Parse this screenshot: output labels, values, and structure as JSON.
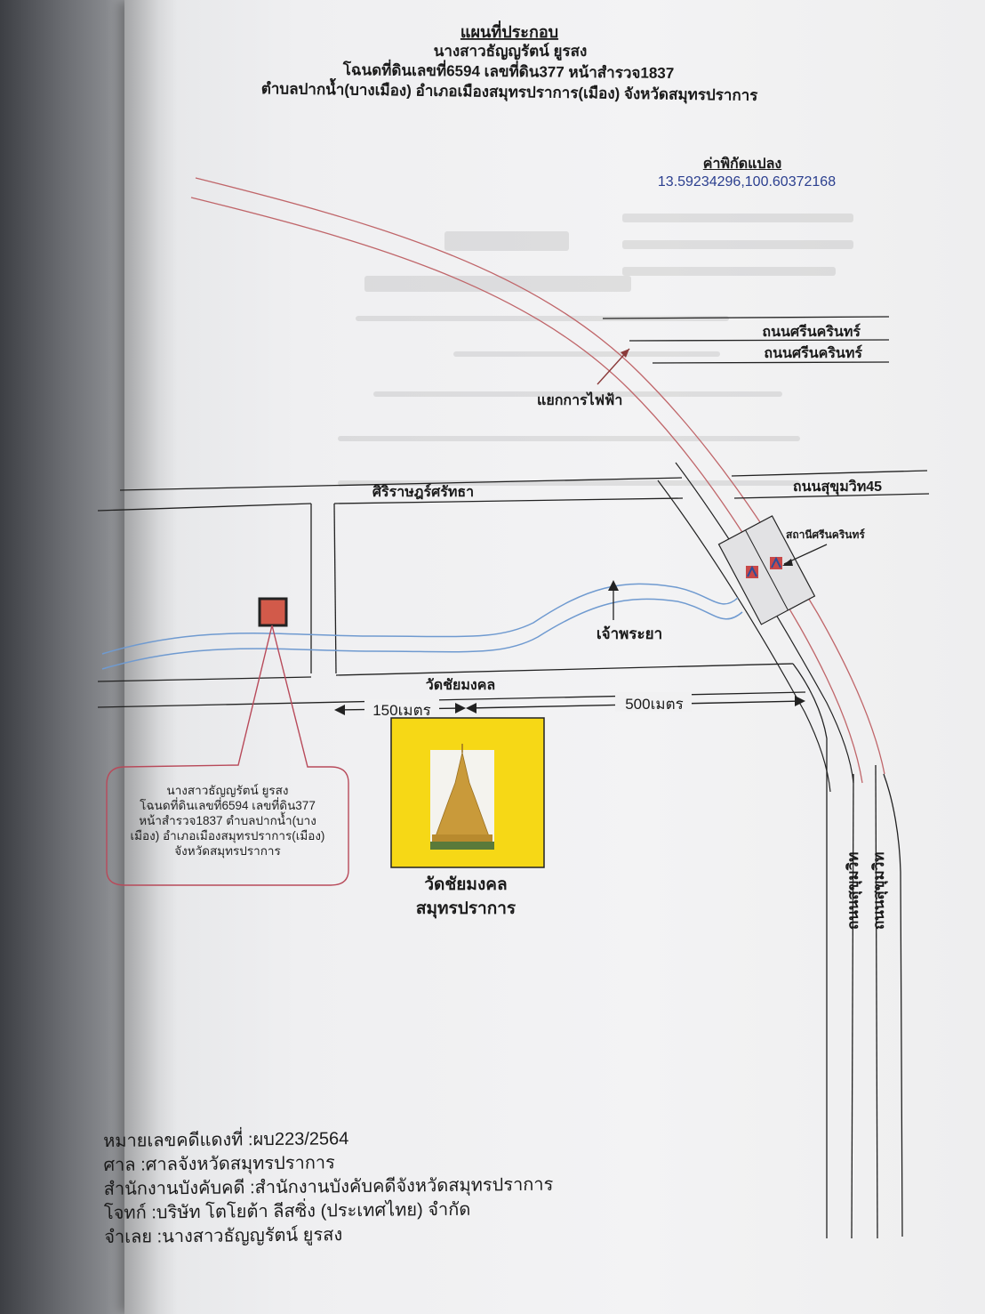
{
  "header": {
    "heading": "แผนที่ประกอบ",
    "owner": "นางสาวธัญญรัตน์ ยูรสง",
    "deed_line": "โฉนดที่ดินเลขที่6594 เลขที่ดิน377 หน้าสำรวจ1837",
    "location_line": "ตำบลปากน้ำ(บางเมือง) อำเภอเมืองสมุทรปราการ(เมือง) จังหวัดสมุทรปราการ"
  },
  "coordinates": {
    "title": "ค่าพิกัดแปลง",
    "value": "13.59234296,100.60372168"
  },
  "map": {
    "roads": {
      "srinakarin_1": "ถนนศรีนครินทร์",
      "srinakarin_2": "ถนนศรีนครินทร์",
      "junction": "แยกการไฟฟ้า",
      "sirirat": "ศิริราษฎร์ศรัทธา",
      "sukhumvit45": "ถนนสุขุมวิท45",
      "station": "สถานีศรีนครินทร์",
      "river": "เจ้าพระยา",
      "wat_road": "วัดชัยมงคล",
      "dist_150": "150เมตร",
      "dist_500": "500เมตร",
      "sukhumvit_a": "ถนนสุขุมวิท",
      "sukhumvit_b": "ถนนสุขุมวิท"
    },
    "temple": {
      "name_line1": "วัดชัยมงคล",
      "name_line2": "สมุทรปราการ"
    },
    "callout": {
      "line1": "นางสาวธัญญรัตน์ ยูรสง",
      "line2": "โฉนดที่ดินเลขที่6594 เลขที่ดิน377",
      "line3": "หน้าสำรวจ1837 ตำบลปากน้ำ(บาง",
      "line4": "เมือง) อำเภอเมืองสมุทรปราการ(เมือง)",
      "line5": "จังหวัดสมุทรปราการ"
    },
    "colors": {
      "rail": "#c0666a",
      "river": "#6f9ad0",
      "temple_bg": "#f6d816",
      "plot": "#d25a4a",
      "road": "#222222"
    }
  },
  "footer": {
    "case_no": "หมายเลขคดีแดงที่ :ผบ223/2564",
    "court": "ศาล :ศาลจังหวัดสมุทรปราการ",
    "office": "สำนักงานบังคับคดี :สำนักงานบังคับคดีจังหวัดสมุทรปราการ",
    "plaintiff": "โจทก์ :บริษัท โตโยต้า ลีสซิ่ง (ประเทศไทย) จำกัด",
    "defendant": "จำเลย :นางสาวธัญญรัตน์ ยูรสง"
  }
}
